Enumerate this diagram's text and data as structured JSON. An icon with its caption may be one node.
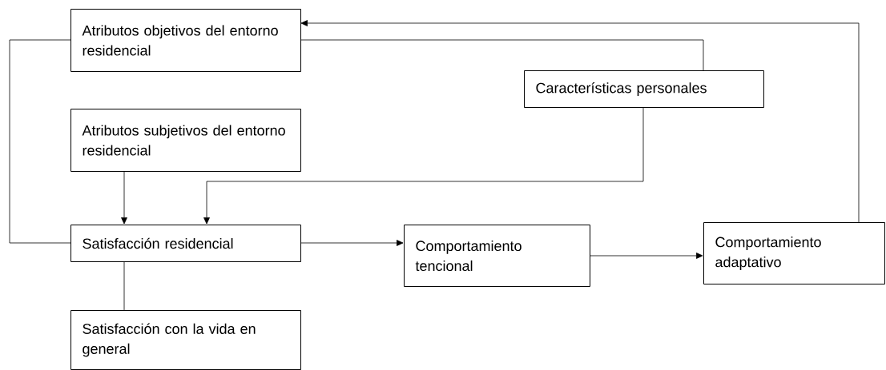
{
  "diagram": {
    "nodes": [
      {
        "text": [
          "Atributos objetivos del entorno residencial"
        ]
      },
      {
        "text": [
          "Características personales"
        ]
      },
      {
        "text": [
          "Atributos subjetivos del entorno residencial"
        ]
      },
      {
        "text": [
          "Satisfacción residencial"
        ]
      },
      {
        "text": [
          "Comportamiento tencional"
        ]
      },
      {
        "text": [
          "Comportamiento adaptativo"
        ]
      },
      {
        "text": [
          "Satisfacción con la vida en general"
        ]
      }
    ],
    "edges": [
      {
        "from": 0,
        "to": 3,
        "arrow": "none"
      },
      {
        "from": 0,
        "to": 1,
        "arrow": "none"
      },
      {
        "from": 2,
        "to": 3,
        "arrow": "to"
      },
      {
        "from": 1,
        "to": 3,
        "arrow": "to"
      },
      {
        "from": 3,
        "to": 4,
        "arrow": "to"
      },
      {
        "from": 4,
        "to": 5,
        "arrow": "to"
      },
      {
        "from": 5,
        "to": 0,
        "arrow": "to"
      },
      {
        "from": 3,
        "to": 6,
        "arrow": "none"
      }
    ]
  }
}
